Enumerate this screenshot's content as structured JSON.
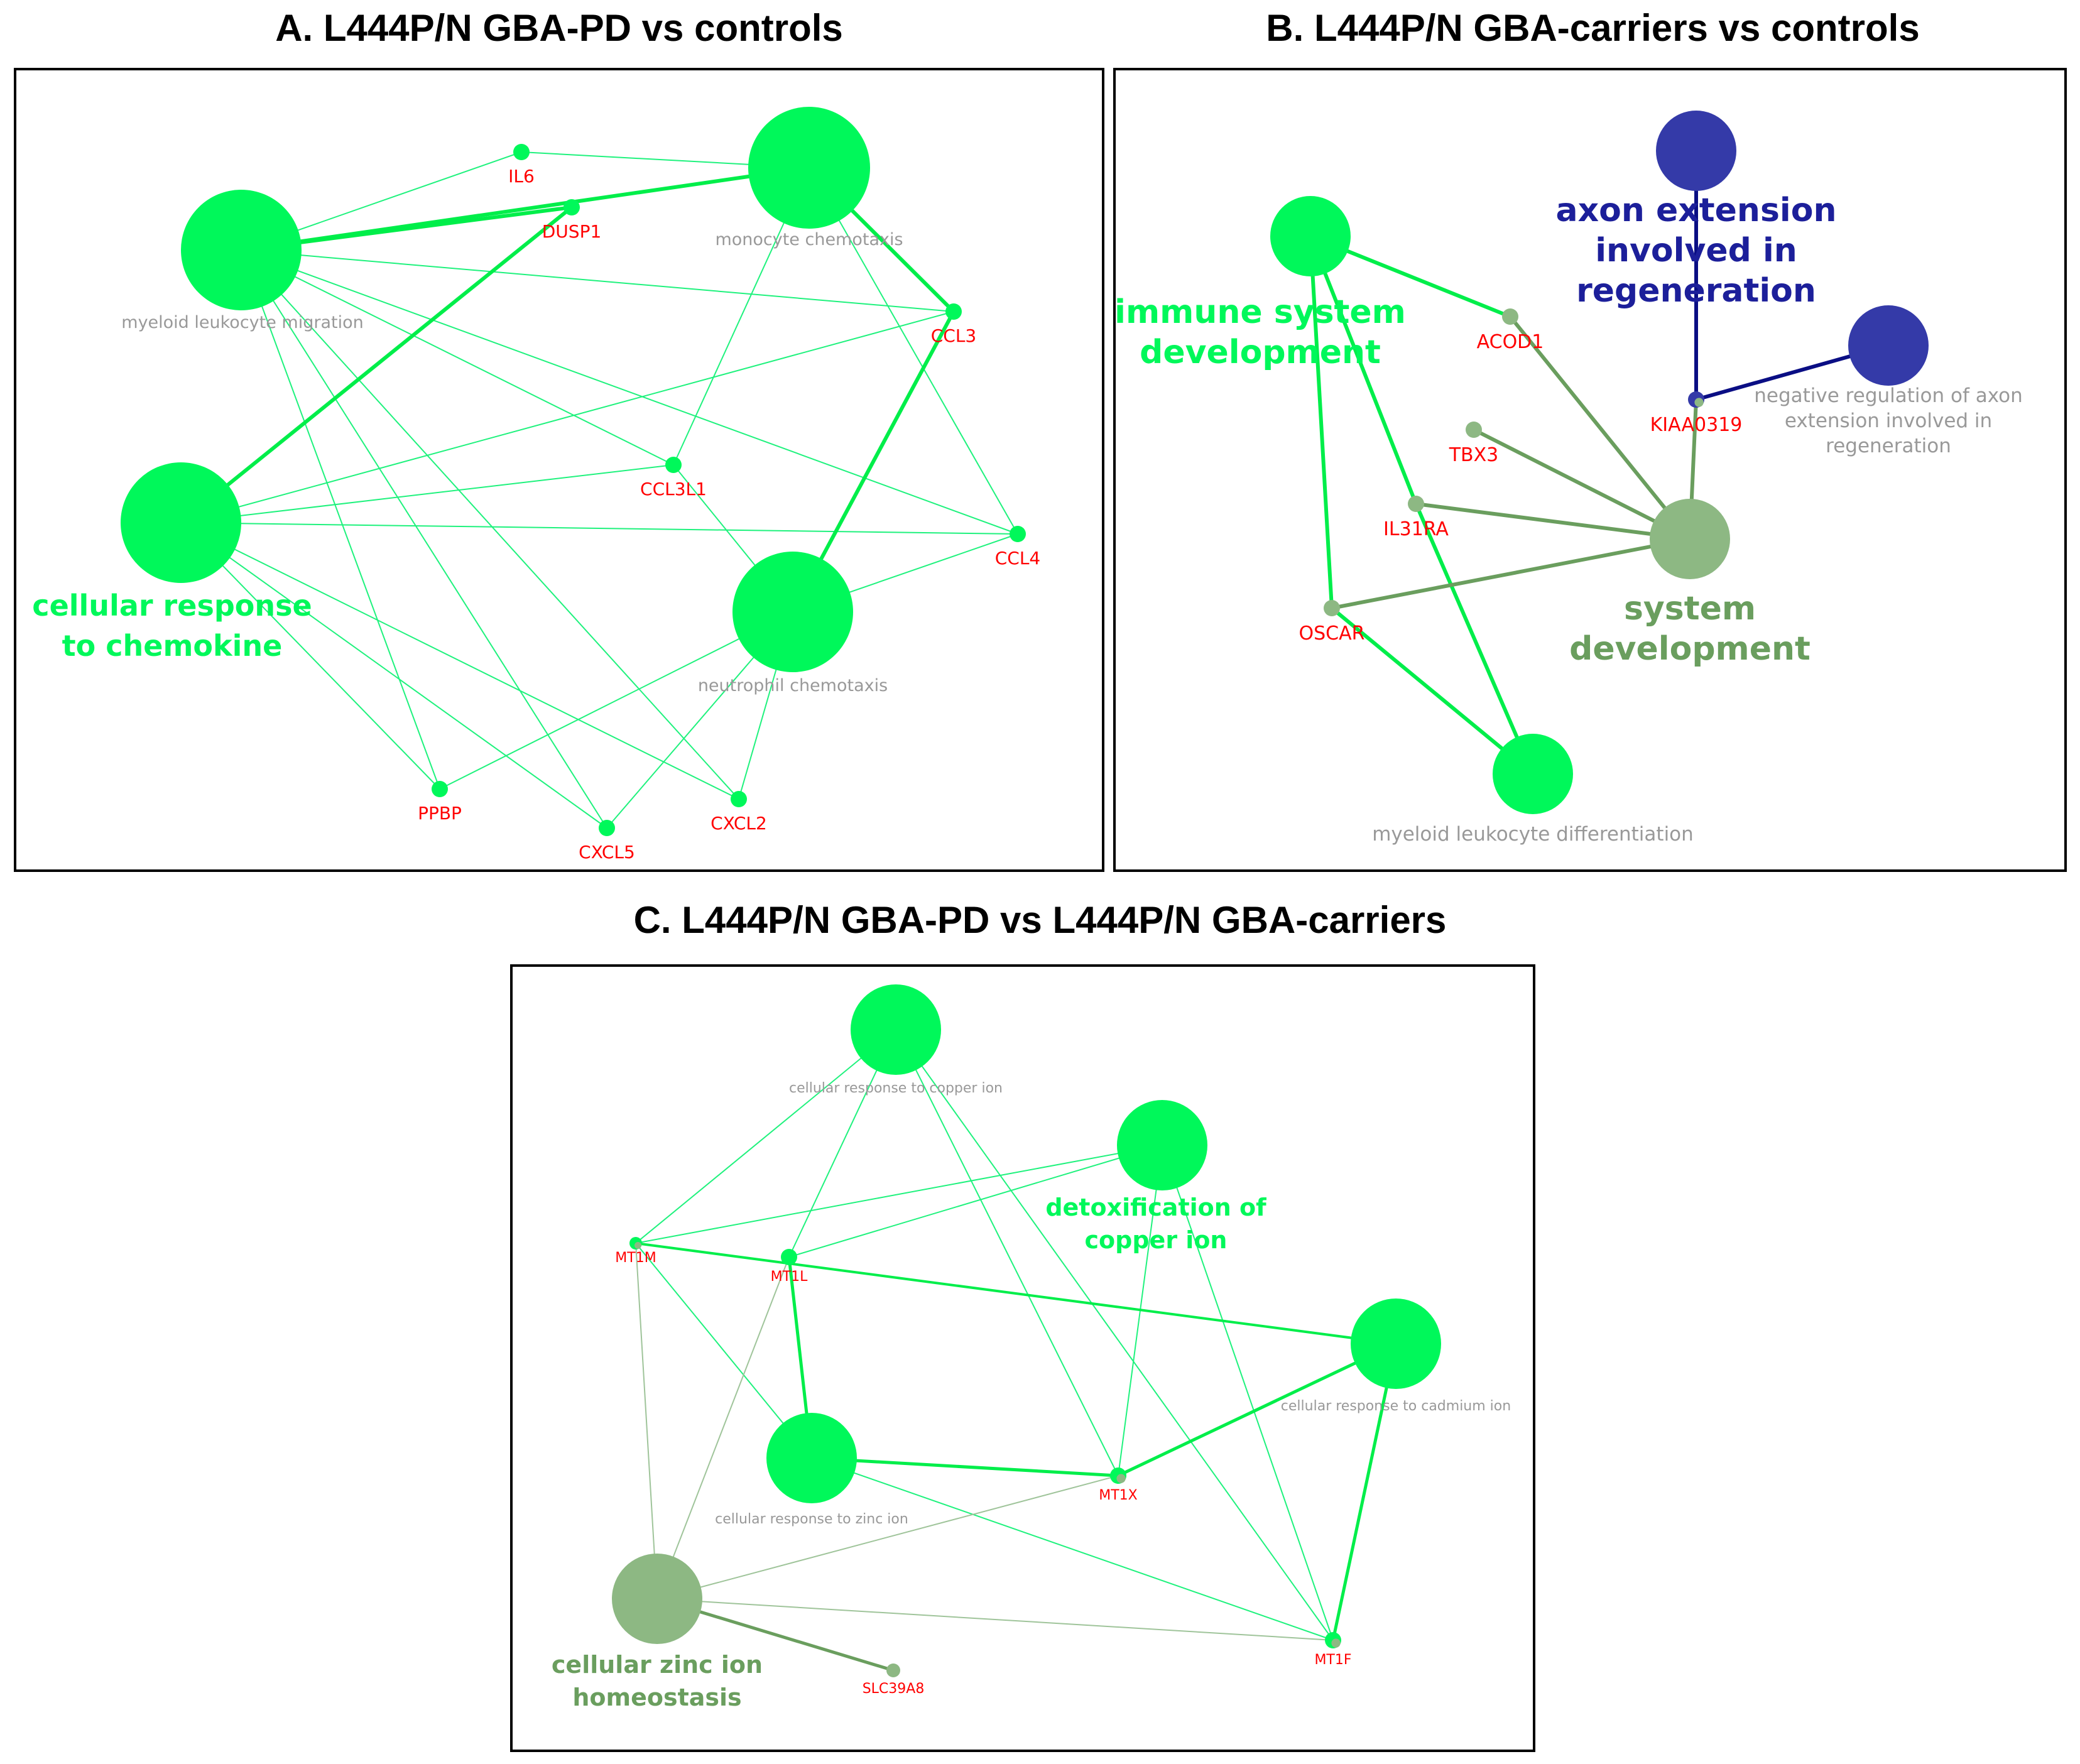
{
  "colors": {
    "green": "#00f85a",
    "olive": "#8db883",
    "olive_dark": "#6a9e5e",
    "navy": "#343aa8",
    "navy_text": "#1c1f9a",
    "gene": "#ff0000",
    "gray_text": "#999999",
    "edge_green": "#00ee4a",
    "edge_thin": "#1ff27d"
  },
  "panels": [
    {
      "id": "A",
      "title": "A. L444P/N GBA-PD vs controls",
      "nodes": [
        {
          "id": "mlm",
          "label": "myeloid leukocyte migration",
          "kind": "term"
        },
        {
          "id": "mc",
          "label": "monocyte chemotaxis",
          "kind": "term"
        },
        {
          "id": "crc",
          "label": "cellular response to chemokine",
          "label_lines": [
            "cellular response",
            "to chemokine"
          ],
          "kind": "term-bold"
        },
        {
          "id": "nc",
          "label": "neutrophil chemotaxis",
          "kind": "term"
        },
        {
          "id": "il6",
          "label": "IL6",
          "kind": "gene"
        },
        {
          "id": "dusp1",
          "label": "DUSP1",
          "kind": "gene"
        },
        {
          "id": "ccl3",
          "label": "CCL3",
          "kind": "gene"
        },
        {
          "id": "ccl3l1",
          "label": "CCL3L1",
          "kind": "gene"
        },
        {
          "id": "ccl4",
          "label": "CCL4",
          "kind": "gene"
        },
        {
          "id": "ppbp",
          "label": "PPBP",
          "kind": "gene"
        },
        {
          "id": "cxcl5",
          "label": "CXCL5",
          "kind": "gene"
        },
        {
          "id": "cxcl2",
          "label": "CXCL2",
          "kind": "gene"
        }
      ]
    },
    {
      "id": "B",
      "title": "B. L444P/N GBA-carriers vs controls",
      "nodes": [
        {
          "id": "isd",
          "label": "immune system development",
          "label_lines": [
            "immune system",
            "development"
          ],
          "kind": "term-bold"
        },
        {
          "id": "aer",
          "label": "axon extension involved in regeneration",
          "label_lines": [
            "axon extension",
            "involved in",
            "regeneration"
          ],
          "kind": "term-bold-navy"
        },
        {
          "id": "nraer",
          "label": "negative regulation of axon extension involved in regeneration",
          "label_lines": [
            "negative regulation of axon",
            "extension involved in",
            "regeneration"
          ],
          "kind": "term"
        },
        {
          "id": "sd",
          "label": "system development",
          "label_lines": [
            "system",
            "development"
          ],
          "kind": "term-bold-olive"
        },
        {
          "id": "mld",
          "label": "myeloid leukocyte differentiation",
          "kind": "term"
        },
        {
          "id": "acod1",
          "label": "ACOD1",
          "kind": "gene"
        },
        {
          "id": "kiaa0319",
          "label": "KIAA0319",
          "kind": "gene"
        },
        {
          "id": "tbx3",
          "label": "TBX3",
          "kind": "gene"
        },
        {
          "id": "il31ra",
          "label": "IL31RA",
          "kind": "gene"
        },
        {
          "id": "oscar",
          "label": "OSCAR",
          "kind": "gene"
        }
      ]
    },
    {
      "id": "C",
      "title": "C. L444P/N GBA-PD vs L444P/N GBA-carriers",
      "nodes": [
        {
          "id": "crcu",
          "label": "cellular response to copper ion",
          "kind": "term"
        },
        {
          "id": "dci",
          "label": "detoxification of copper ion",
          "label_lines": [
            "detoxification of",
            "copper ion"
          ],
          "kind": "term-bold"
        },
        {
          "id": "crcd",
          "label": "cellular response to cadmium ion",
          "kind": "term"
        },
        {
          "id": "crz",
          "label": "cellular response to zinc ion",
          "kind": "term"
        },
        {
          "id": "czh",
          "label": "cellular zinc ion homeostasis",
          "label_lines": [
            "cellular zinc ion",
            "homeostasis"
          ],
          "kind": "term-bold-olive"
        },
        {
          "id": "mt1m",
          "label": "MT1M",
          "kind": "gene"
        },
        {
          "id": "mt1l",
          "label": "MT1L",
          "kind": "gene"
        },
        {
          "id": "mt1x",
          "label": "MT1X",
          "kind": "gene"
        },
        {
          "id": "mt1f",
          "label": "MT1F",
          "kind": "gene"
        },
        {
          "id": "slc39a8",
          "label": "SLC39A8",
          "kind": "gene"
        }
      ]
    }
  ]
}
